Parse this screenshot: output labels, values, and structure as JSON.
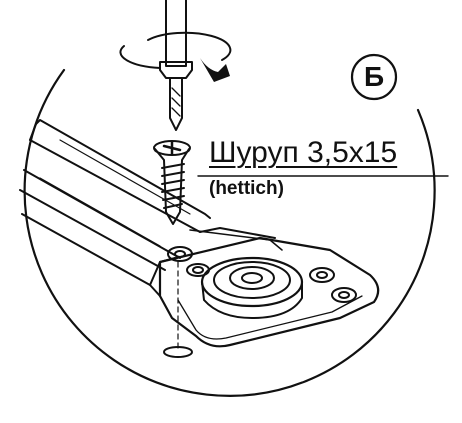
{
  "callout": {
    "badge_letter": "Б",
    "screw_label": "Шуруп 3,5x15",
    "brand_label": "(hettich)"
  },
  "colors": {
    "line": "#111111",
    "background": "#ffffff"
  },
  "icons": [
    "screwdriver-icon",
    "rotation-arrow-icon",
    "screw-icon"
  ]
}
